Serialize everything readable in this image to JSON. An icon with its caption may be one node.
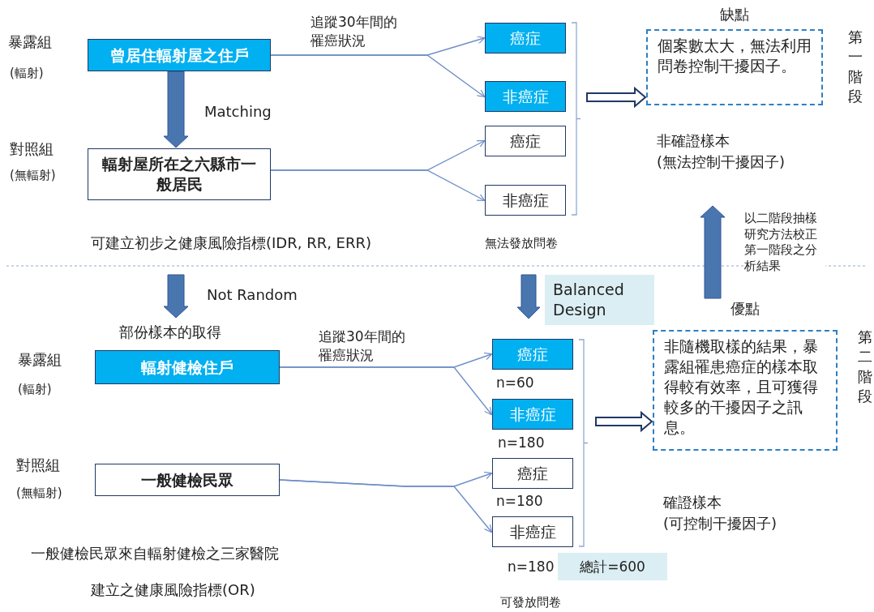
{
  "diagram": {
    "nodes": [
      {
        "text": [
          "曾居住輻射屋之住戶"
        ]
      },
      {
        "text": [
          "輻射屋所在之六縣市一般居民"
        ]
      },
      {
        "text": [
          "癌症"
        ]
      },
      {
        "text": [
          "非癌症"
        ]
      },
      {
        "text": [
          "癌症"
        ]
      },
      {
        "text": [
          "非癌症"
        ]
      },
      {
        "text": [
          "缺點",
          "個案數太大，無法利用問卷控制干擾因子。"
        ]
      },
      {
        "text": [
          "輻射健檢住戶"
        ]
      },
      {
        "text": [
          "一般健檢民眾"
        ]
      },
      {
        "text": [
          "癌症"
        ],
        "beside": [
          "n=60"
        ]
      },
      {
        "text": [
          "非癌症"
        ],
        "beside": [
          "n=180"
        ]
      },
      {
        "text": [
          "癌症"
        ],
        "beside": [
          "n=180"
        ]
      },
      {
        "text": [
          "非癌症"
        ]
      },
      {
        "text": [
          "總計=600"
        ]
      },
      {
        "text": [
          "優點",
          "非隨機取樣的結果，暴露組罹患癌症的樣本取得較有效率，且可獲得較多的干擾因子之訊息。"
        ]
      },
      {
        "text": [
          "Balanced Design"
        ]
      }
    ],
    "edges": [
      {
        "from": 0,
        "to": 2,
        "arrow": "to"
      },
      {
        "from": 0,
        "to": 3,
        "arrow": "to"
      },
      {
        "from": 1,
        "to": 4,
        "arrow": "to"
      },
      {
        "from": 1,
        "to": 5,
        "arrow": "to"
      },
      {
        "from": 0,
        "to": 1,
        "arrow": "to",
        "label": "Matching",
        "style": "thick"
      },
      {
        "from": null,
        "to": 6,
        "arrow": "to",
        "style": "thick",
        "color": "#ffffff"
      },
      {
        "from": 7,
        "to": 9,
        "arrow": "to"
      },
      {
        "from": 7,
        "to": 10,
        "arrow": "to"
      },
      {
        "from": 8,
        "to": 11,
        "arrow": "to"
      },
      {
        "from": 8,
        "to": 12,
        "arrow": "to"
      },
      {
        "from": null,
        "to": 14,
        "arrow": "to",
        "style": "thick",
        "color": "#ffffff"
      },
      {
        "from": 14,
        "to": null,
        "arrow": "to",
        "style": "thick",
        "label": "以二階段抽樣研究方法校正第一階段之分析結果"
      }
    ],
    "labels": [
      "暴露組",
      "(輻射)",
      "追蹤30年間的罹癌狀況",
      "第一階段",
      "對照組",
      "(無輻射)",
      "非確證樣本",
      "(無法控制干擾因子)",
      "可建立初步之健康風險指標(IDR, RR, ERR)",
      "無法發放問卷",
      "Not Random",
      "部份樣本的取得",
      "暴露組",
      "(輻射)",
      "追蹤30年間的罹癌狀況",
      "第二階段",
      "對照組",
      "(無輻射)",
      "確證樣本",
      "(可控制干擾因子)",
      "一般健檢民眾來自輻射健檢之三家醫院",
      "n=180",
      "建立之健康風險指標(OR)",
      "可發放問卷"
    ]
  }
}
